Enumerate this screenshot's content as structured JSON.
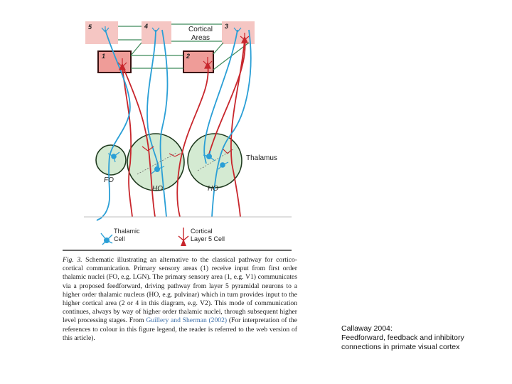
{
  "figure": {
    "areas": {
      "area5": "5",
      "area4": "4",
      "area3": "3",
      "area1": "1",
      "area2": "2",
      "cortical_areas_line1": "Cortical",
      "cortical_areas_line2": "Areas"
    },
    "thalamus_label": "Thalamus",
    "nuclei": {
      "fo": "FO",
      "ho_left": "HO",
      "ho_right": "HO"
    },
    "legend": {
      "thalamic_line1": "Thalamic",
      "thalamic_line2": "Cell",
      "cortical_line1": "Cortical",
      "cortical_line2": "Layer 5 Cell"
    },
    "colors": {
      "thalamic_cell": "#2a9fd6",
      "cortical_cell": "#c8262c",
      "area_fill": "#f5c6c3",
      "nucleus_fill": "#d4ead2"
    }
  },
  "caption": {
    "label": "Fig. 3.",
    "body": "Schematic illustrating an alternative to the classical pathway for cortico-cortical communication. Primary sensory areas (1) receive input from first order thalamic nuclei (FO, e.g. LGN). The primary sensory area (1, e.g. V1) communicates via a proposed feedforward, driving pathway from layer 5 pyramidal neurons to a higher order thalamic nucleus (HO, e.g. pulvinar) which in turn provides input to the higher cortical area (2 or 4 in this diagram, e.g. V2). This mode of communication continues, always by way of higher order thalamic nuclei, through subsequent higher level processing stages. From",
    "citation": "Guillery and Sherman (2002)",
    "tail": "(For interpretation of the references to colour in this figure legend, the reader is referred to the web version of this article)."
  },
  "side_note": {
    "line1": "Callaway 2004:",
    "line2": "Feedforward, feedback and inhibitory",
    "line3": "connections in primate visual cortex"
  }
}
